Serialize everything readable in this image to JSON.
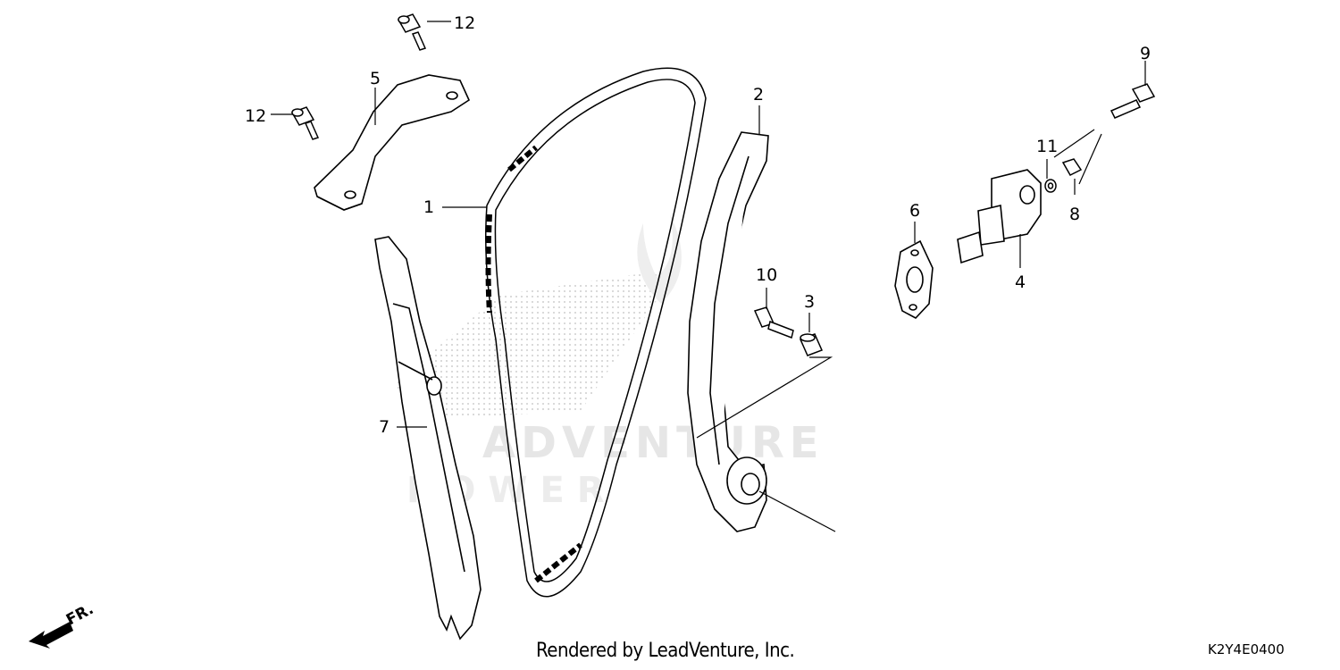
{
  "callouts": {
    "p1": "1",
    "p2": "2",
    "p3": "3",
    "p4": "4",
    "p5": "5",
    "p6": "6",
    "p7": "7",
    "p8": "8",
    "p9": "9",
    "p10": "10",
    "p11": "11",
    "p12a": "12",
    "p12b": "12"
  },
  "watermark": {
    "text": "ADVENTURE",
    "sub": "POWER"
  },
  "front_indicator": "FR.",
  "footer": "Rendered by LeadVenture, Inc.",
  "diagram_code": "K2Y4E0400"
}
